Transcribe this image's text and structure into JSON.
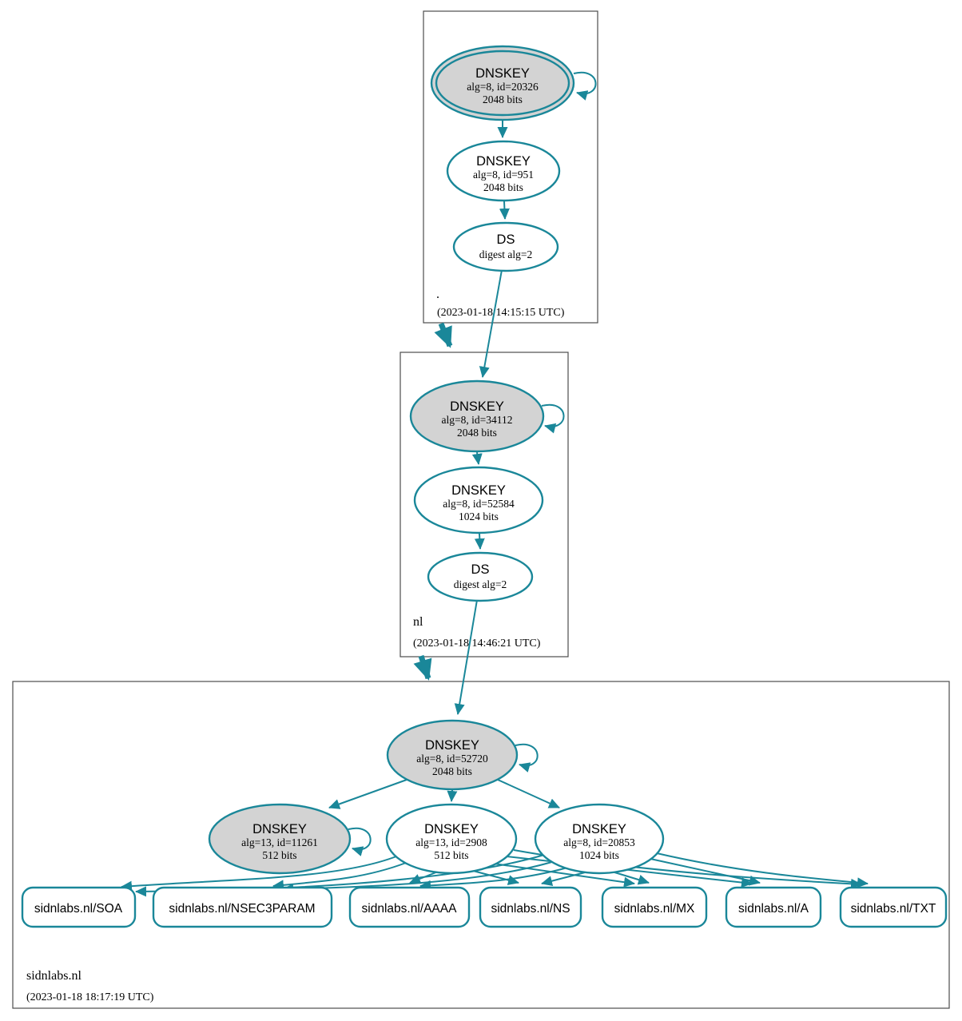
{
  "diagram": {
    "type": "dnssec-authentication-chain",
    "colors": {
      "edge": "#1a8799",
      "node_fill_gray": "#d3d3d3",
      "node_fill_white": "#ffffff",
      "box_border": "#4d4d4d",
      "text": "#000000"
    },
    "zones": [
      {
        "label": ".",
        "timestamp": "(2023-01-18 14:15:15 UTC)",
        "nodes": [
          {
            "id": "ksk",
            "title": "DNSKEY",
            "detail1": "alg=8, id=20326",
            "detail2": "2048 bits"
          },
          {
            "id": "zsk",
            "title": "DNSKEY",
            "detail1": "alg=8, id=951",
            "detail2": "2048 bits"
          },
          {
            "id": "ds",
            "title": "DS",
            "detail1": "digest alg=2"
          }
        ]
      },
      {
        "label": "nl",
        "timestamp": "(2023-01-18 14:46:21 UTC)",
        "nodes": [
          {
            "id": "ksk",
            "title": "DNSKEY",
            "detail1": "alg=8, id=34112",
            "detail2": "2048 bits"
          },
          {
            "id": "zsk",
            "title": "DNSKEY",
            "detail1": "alg=8, id=52584",
            "detail2": "1024 bits"
          },
          {
            "id": "ds",
            "title": "DS",
            "detail1": "digest alg=2"
          }
        ]
      },
      {
        "label": "sidnlabs.nl",
        "timestamp": "(2023-01-18 18:17:19 UTC)",
        "nodes": [
          {
            "id": "ksk",
            "title": "DNSKEY",
            "detail1": "alg=8, id=52720",
            "detail2": "2048 bits"
          },
          {
            "id": "zsk-standby",
            "title": "DNSKEY",
            "detail1": "alg=13, id=11261",
            "detail2": "512 bits"
          },
          {
            "id": "zsk-alg13",
            "title": "DNSKEY",
            "detail1": "alg=13, id=2908",
            "detail2": "512 bits"
          },
          {
            "id": "zsk-alg8",
            "title": "DNSKEY",
            "detail1": "alg=8, id=20853",
            "detail2": "1024 bits"
          }
        ],
        "rrsets": [
          {
            "label": "sidnlabs.nl/SOA"
          },
          {
            "label": "sidnlabs.nl/NSEC3PARAM"
          },
          {
            "label": "sidnlabs.nl/AAAA"
          },
          {
            "label": "sidnlabs.nl/NS"
          },
          {
            "label": "sidnlabs.nl/MX"
          },
          {
            "label": "sidnlabs.nl/A"
          },
          {
            "label": "sidnlabs.nl/TXT"
          }
        ]
      }
    ]
  }
}
